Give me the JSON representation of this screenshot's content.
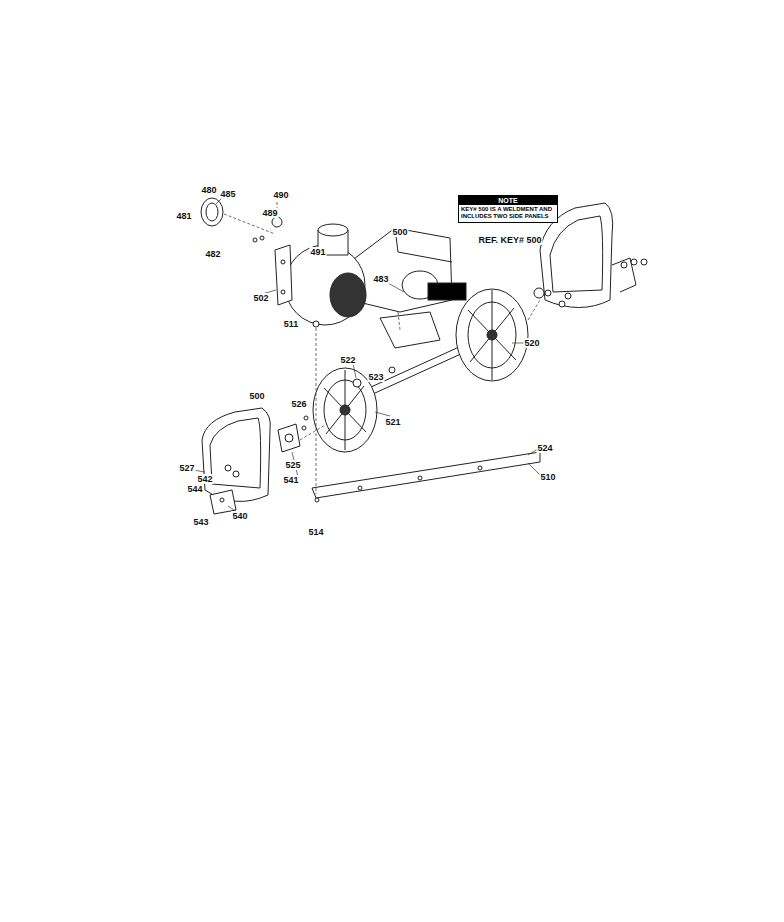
{
  "diagram": {
    "nodes": [
      {
        "text": [
          "NOTE",
          "KEY# 500 IS A WELDMENT AND INCLUDES TWO SIDE PANELS"
        ]
      }
    ],
    "labels": [
      "480",
      "485",
      "481",
      "490",
      "489",
      "482",
      "491",
      "500",
      "REF. KEY# 500",
      "502",
      "483",
      "511",
      "520",
      "522",
      "523",
      "521",
      "500",
      "526",
      "525",
      "524",
      "510",
      "514",
      "527",
      "542",
      "541",
      "544",
      "543",
      "540"
    ]
  }
}
